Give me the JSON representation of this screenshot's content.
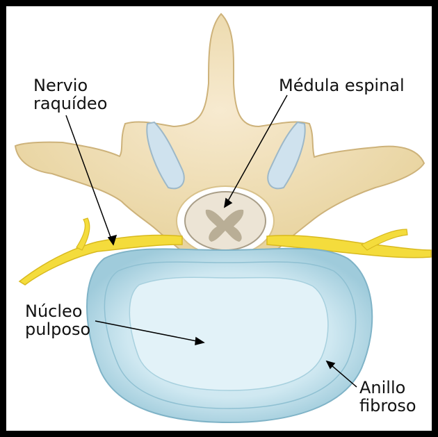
{
  "labels": {
    "nervio_line1": "Nervio",
    "nervio_line2": "raquídeo",
    "medula": "Médula espinal",
    "nucleo_line1": "Núcleo",
    "nucleo_line2": "pulposo",
    "anillo_line1": "Anillo",
    "anillo_line2": "fibroso"
  },
  "colors": {
    "frame": "#000000",
    "bone": "#f1dfad",
    "bone_shadow": "#d9c28b",
    "nerve": "#f4dc3c",
    "disc": "#b9dce8",
    "spinal_cord": "#ece4d5",
    "gray_matter": "#b9ae96"
  }
}
